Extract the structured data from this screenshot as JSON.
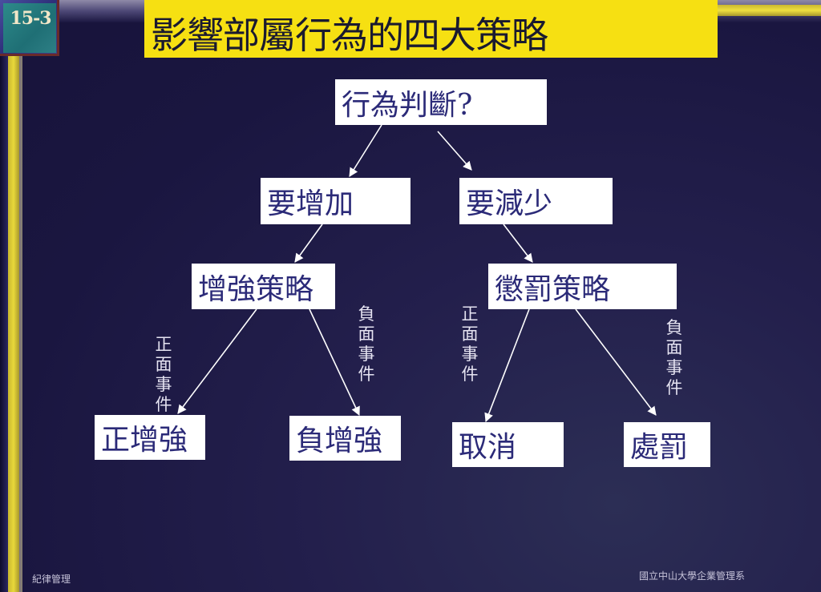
{
  "slide": {
    "number": "15-3",
    "title": "影響部屬行為的四大策略"
  },
  "diagram": {
    "root": "行為判斷?",
    "branches": {
      "increase": "要增加",
      "decrease": "要減少"
    },
    "strategies": {
      "reinforcement": "增強策略",
      "punishment": "懲罰策略"
    },
    "outcomes": {
      "positive_reinforcement": "正增強",
      "negative_reinforcement": "負增強",
      "cancel": "取消",
      "penalty": "處罰"
    },
    "edge_labels": {
      "reinforcement_left": "正面事件",
      "reinforcement_right": "負面事件",
      "punishment_left": "正面事件",
      "punishment_right": "負面事件"
    }
  },
  "footer": {
    "left": "紀律管理",
    "right": "國立中山大學企業管理系"
  },
  "colors": {
    "background": "#1b1740",
    "title_bar": "#f6e012",
    "box_text": "#2b2a78",
    "box_bg": "#ffffff",
    "arrow": "#ffffff"
  }
}
